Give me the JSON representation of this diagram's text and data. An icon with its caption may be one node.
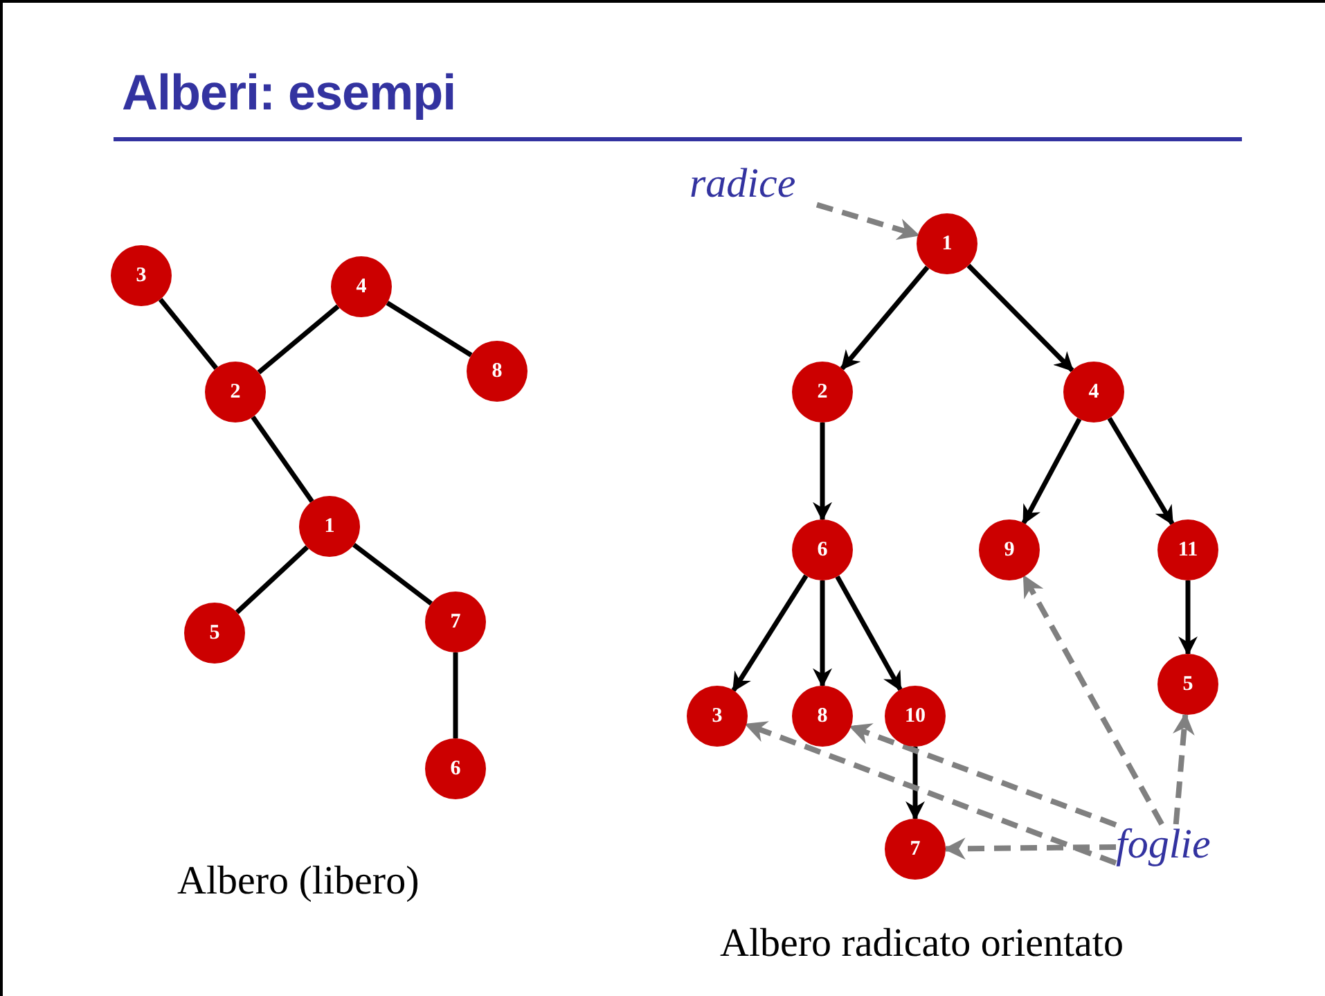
{
  "diagram": {
    "title": "Alberi: esempi",
    "nodes": [
      {
        "text": [
          "3"
        ]
      },
      {
        "text": [
          "4"
        ]
      },
      {
        "text": [
          "8"
        ]
      },
      {
        "text": [
          "2"
        ]
      },
      {
        "text": [
          "1"
        ]
      },
      {
        "text": [
          "7"
        ]
      },
      {
        "text": [
          "5"
        ]
      },
      {
        "text": [
          "6"
        ]
      },
      {
        "text": [
          "radice"
        ]
      },
      {
        "text": [
          "1"
        ]
      },
      {
        "text": [
          "2"
        ]
      },
      {
        "text": [
          "4"
        ]
      },
      {
        "text": [
          "6"
        ]
      },
      {
        "text": [
          "9"
        ]
      },
      {
        "text": [
          "11"
        ]
      },
      {
        "text": [
          "5"
        ]
      },
      {
        "text": [
          "3"
        ]
      },
      {
        "text": [
          "8"
        ]
      },
      {
        "text": [
          "10"
        ]
      },
      {
        "text": [
          "7"
        ]
      },
      {
        "text": [
          "foglie"
        ]
      }
    ],
    "edges": [
      {
        "from": 0,
        "to": 3,
        "arrow": "none"
      },
      {
        "from": 1,
        "to": 3,
        "arrow": "none"
      },
      {
        "from": 1,
        "to": 2,
        "arrow": "none"
      },
      {
        "from": 3,
        "to": 4,
        "arrow": "none"
      },
      {
        "from": 4,
        "to": 6,
        "arrow": "none"
      },
      {
        "from": 4,
        "to": 5,
        "arrow": "none"
      },
      {
        "from": 5,
        "to": 7,
        "arrow": "none"
      },
      {
        "from": 8,
        "to": 9,
        "arrow": "to",
        "style": "dashed",
        "color": "#808080"
      },
      {
        "from": 9,
        "to": 10,
        "arrow": "to"
      },
      {
        "from": 9,
        "to": 11,
        "arrow": "to"
      },
      {
        "from": 10,
        "to": 12,
        "arrow": "to"
      },
      {
        "from": 11,
        "to": 13,
        "arrow": "to"
      },
      {
        "from": 11,
        "to": 14,
        "arrow": "to"
      },
      {
        "from": 12,
        "to": 16,
        "arrow": "to"
      },
      {
        "from": 12,
        "to": 17,
        "arrow": "to"
      },
      {
        "from": 12,
        "to": 18,
        "arrow": "to"
      },
      {
        "from": 14,
        "to": 15,
        "arrow": "to"
      },
      {
        "from": 18,
        "to": 19,
        "arrow": "to"
      },
      {
        "from": 20,
        "to": 16,
        "arrow": "to",
        "style": "dashed",
        "color": "#808080"
      },
      {
        "from": 20,
        "to": 17,
        "arrow": "to",
        "style": "dashed",
        "color": "#808080"
      },
      {
        "from": 20,
        "to": 19,
        "arrow": "to",
        "style": "dashed",
        "color": "#808080"
      },
      {
        "from": 20,
        "to": 13,
        "arrow": "to",
        "style": "dashed",
        "color": "#808080"
      },
      {
        "from": 20,
        "to": 15,
        "arrow": "to",
        "style": "dashed",
        "color": "#808080"
      }
    ],
    "labels": [
      "Albero (libero)",
      "Albero radicato orientato"
    ]
  }
}
